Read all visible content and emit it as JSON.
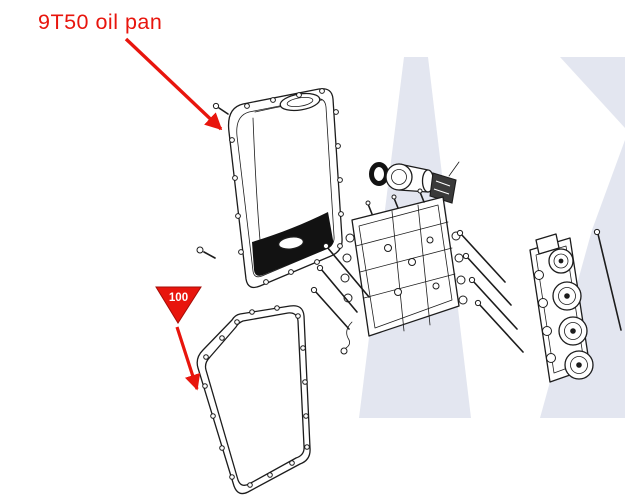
{
  "annotations": {
    "oil_pan_label": "9T50 oil pan",
    "callout_number": "100"
  },
  "icons": {
    "oil_pan_leader": "arrow-down-right",
    "gasket_leader": "arrow-down",
    "callout_marker": "triangle-down"
  },
  "colors": {
    "annotation_red": "#e8150d",
    "callout_text": "#ffffff",
    "line_art": "#1c1c1c",
    "watermark": "#e3e6f0",
    "background": "#ffffff"
  }
}
